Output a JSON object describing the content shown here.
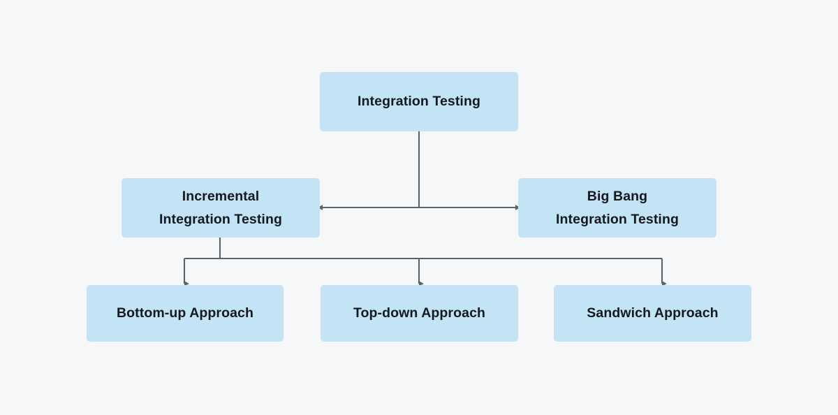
{
  "diagram": {
    "title": "Integration Testing",
    "type": "hierarchy-tree",
    "background_color": "#f6f7f9",
    "node_fill_color": "#c2e4f4",
    "node_text_color": "#14181f",
    "connector_color": "#5f6368",
    "nodes": {
      "root": {
        "label": "Integration Testing",
        "level": 1
      },
      "left": {
        "label": "Incremental\nIntegration Testing",
        "level": 2
      },
      "right": {
        "label": "Big Bang\nIntegration Testing",
        "level": 2
      },
      "leaf1": {
        "label": "Bottom-up Approach",
        "level": 3
      },
      "leaf2": {
        "label": "Top-down Approach",
        "level": 3
      },
      "leaf3": {
        "label": "Sandwich Approach",
        "level": 3
      }
    },
    "edges": [
      {
        "from": "root",
        "to": "left",
        "arrow": "left"
      },
      {
        "from": "root",
        "to": "right",
        "arrow": "right"
      },
      {
        "from": "left",
        "to": "leaf1",
        "arrow": "down"
      },
      {
        "from": "left",
        "to": "leaf2",
        "arrow": "down"
      },
      {
        "from": "left",
        "to": "leaf3",
        "arrow": "down"
      }
    ]
  }
}
